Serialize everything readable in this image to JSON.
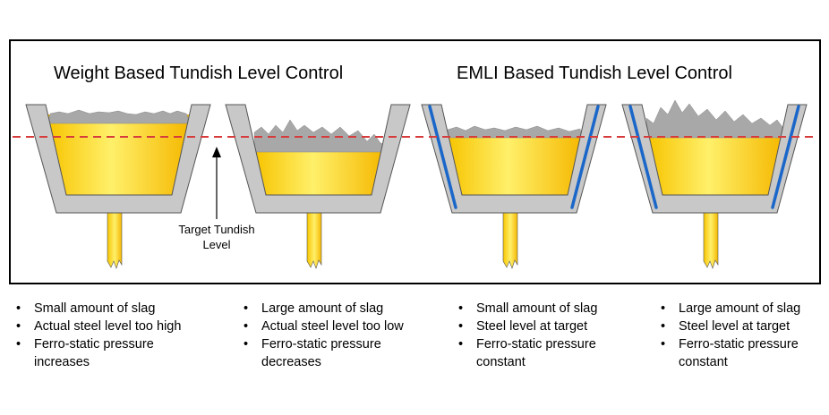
{
  "titles": {
    "weight": "Weight Based Tundish Level Control",
    "emli": "EMLI Based Tundish Level Control"
  },
  "target_label": {
    "line1": "Target Tundish",
    "line2": "Level"
  },
  "colors": {
    "steel": "#ffd21f",
    "steel_highlight": "#fff27a",
    "slag": "#a8a8a8",
    "vessel": "#c8c8c8",
    "target_line": "#d63c3c",
    "emli_sensor": "#1a67c9",
    "frame": "#000000"
  },
  "columns": [
    {
      "bullets": [
        "Small amount of slag",
        "Actual steel level too high",
        "Ferro-static pressure increases"
      ]
    },
    {
      "bullets": [
        "Large amount of slag",
        "Actual steel level too low",
        "Ferro-static pressure decreases"
      ]
    },
    {
      "bullets": [
        "Small amount of slag",
        "Steel level at target",
        "Ferro-static pressure constant"
      ]
    },
    {
      "bullets": [
        "Large amount of slag",
        "Steel level at target",
        "Ferro-static pressure constant"
      ]
    }
  ]
}
